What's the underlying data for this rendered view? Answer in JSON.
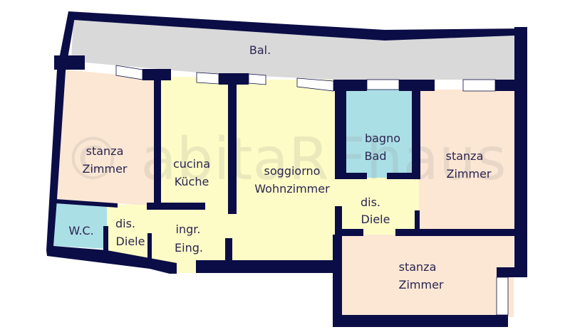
{
  "watermark": "© abitaREhaus",
  "colors": {
    "wall": "#0b0d46",
    "balcony": "#d9d9d9",
    "living": "#fdfcc6",
    "bedroom": "#fbe7d3",
    "bath": "#abdfe6"
  },
  "rooms": {
    "balcony": "Bal.",
    "bedroom_left": {
      "it": "stanza",
      "de": "Zimmer"
    },
    "kitchen": {
      "it": "cucina",
      "de": "Küche"
    },
    "living": {
      "it": "soggiorno",
      "de": "Wohnzimmer"
    },
    "bathroom": {
      "it": "bagno",
      "de": "Bad"
    },
    "bedroom_right": {
      "it": "stanza",
      "de": "Zimmer"
    },
    "hall_right": {
      "it": "dis.",
      "de": "Diele"
    },
    "bedroom_bottom": {
      "it": "stanza",
      "de": "Zimmer"
    },
    "wc": "W.C.",
    "hall_left": {
      "it": "dis.",
      "de": "Diele"
    },
    "entrance": {
      "it": "ingr.",
      "de": "Eing."
    }
  }
}
